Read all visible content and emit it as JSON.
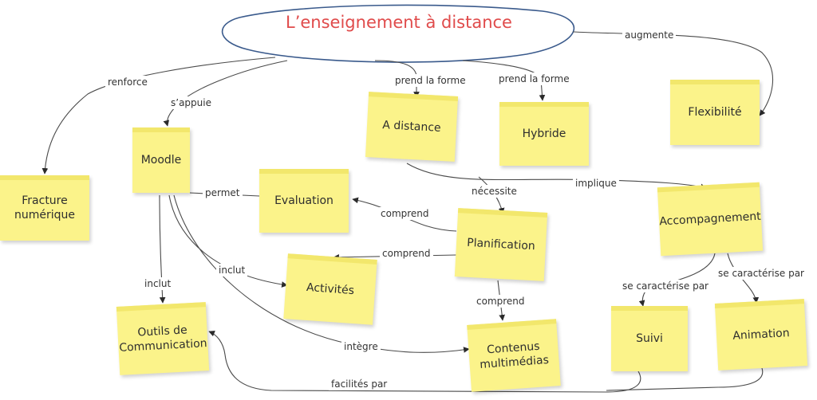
{
  "title": "L’enseignement à distance",
  "nodes": {
    "moodle": "Moodle",
    "fracture": "Fracture numérique",
    "a_distance": "A distance",
    "hybride": "Hybride",
    "flexibilite": "Flexibilité",
    "evaluation": "Evaluation",
    "planification": "Planification",
    "accompagnement": "Accompagnement",
    "activites": "Activités",
    "outils": "Outils de Communication",
    "contenus": "Contenus multimédias",
    "suivi": "Suivi",
    "animation": "Animation"
  },
  "edges": {
    "renforce": "renforce",
    "s_appuie": "s’appuie",
    "prend_forme_1": "prend la forme",
    "prend_forme_2": "prend la forme",
    "augmente": "augmente",
    "permet": "permet",
    "necessite": "nécessite",
    "implique": "implique",
    "comprend_1": "comprend",
    "comprend_2": "comprend",
    "comprend_3": "comprend",
    "inclut_1": "inclut",
    "inclut_2": "inclut",
    "caracterise_1": "se caractérise par",
    "caracterise_2": "se caractérise par",
    "integre": "intègre",
    "facilites": "facilités par"
  },
  "colors": {
    "note": "#fbf38a",
    "title": "#e04b4b",
    "ellipse": "#3a5a8c"
  }
}
